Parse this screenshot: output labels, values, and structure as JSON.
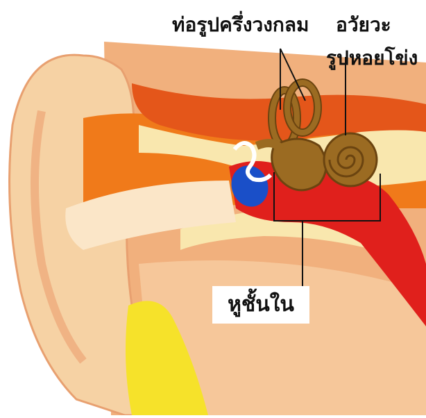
{
  "labels": {
    "semicircular_canals": "ท่อรูปครึ่งวงกลม",
    "cochlea_line1": "อวัยวะ",
    "cochlea_line2": "รูปหอยโข่ง",
    "inner_ear": "หูชั้นใน"
  },
  "colors": {
    "outer_skin": "#f6d2a4",
    "orange": "#f07a1a",
    "dark_orange": "#e4561a",
    "red_canal": "#e0201c",
    "cream": "#f9e7ae",
    "pale_peach": "#fbe6c8",
    "labyrinth": "#9b6b22",
    "eardrum_blue": "#1a4fc8",
    "yellow": "#f6e22a"
  }
}
